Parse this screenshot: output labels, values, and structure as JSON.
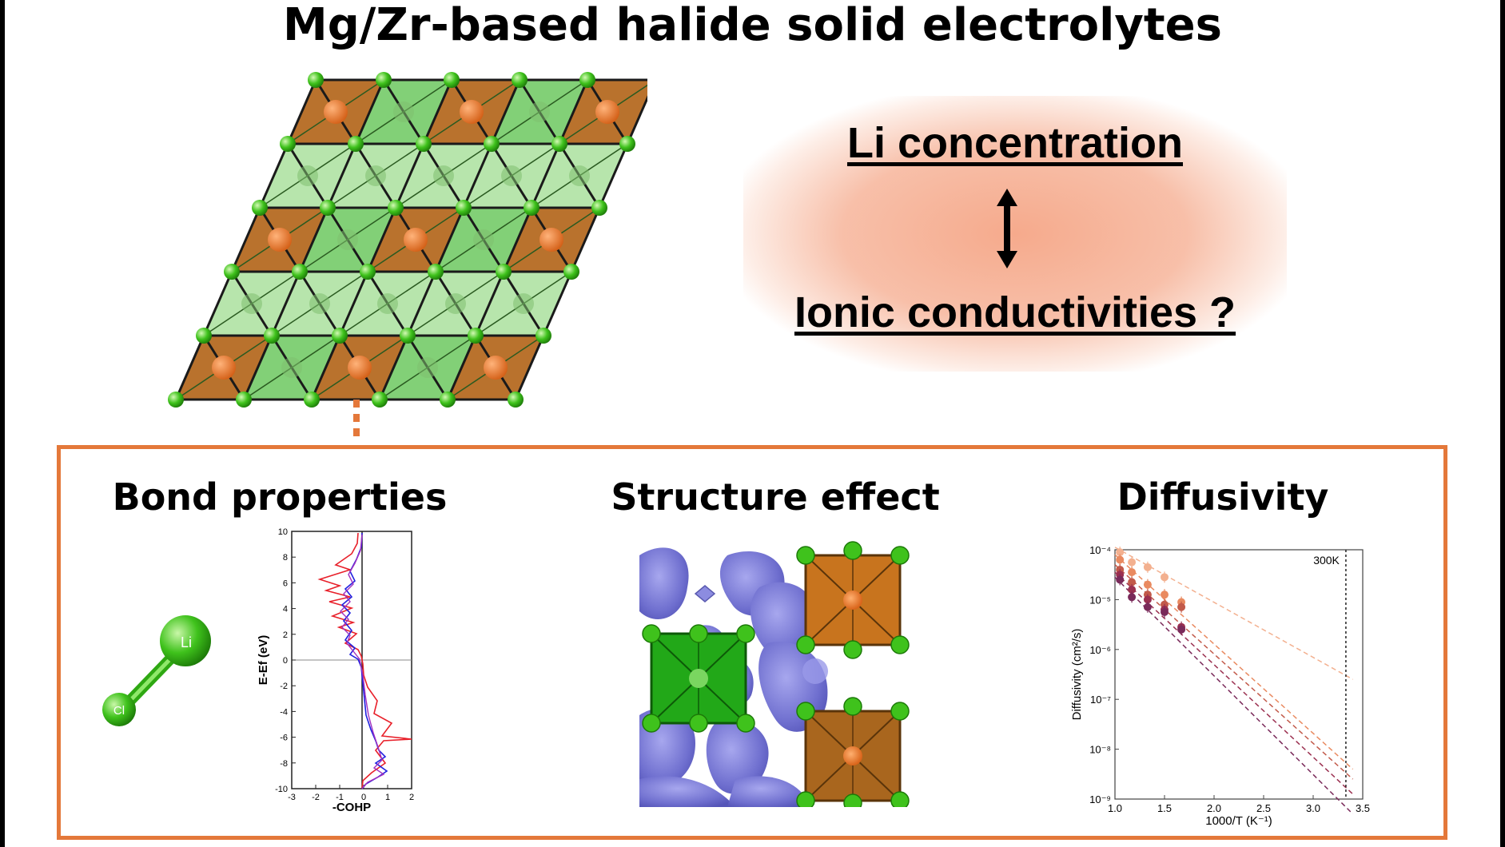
{
  "title": "Mg/Zr-based halide solid electrolytes",
  "question": {
    "top": "Li concentration",
    "bottom": "Ionic conductivities ?"
  },
  "colors": {
    "accent_border": "#e4783a",
    "green_atom": "#3fc21c",
    "orange_polyhedron": "#b8722a",
    "isosurface": "#7f7fd6",
    "glow": "#f4a585"
  },
  "sections": {
    "bond": {
      "title": "Bond properties",
      "atoms": {
        "li": "Li",
        "cl": "Cl"
      },
      "cohp": {
        "ylabel": "E-Ef (eV)",
        "xlabel": "-COHP",
        "yticks": [
          "10",
          "8",
          "6",
          "4",
          "2",
          "0",
          "-2",
          "-4",
          "-6",
          "-8",
          "-10"
        ],
        "xticks": [
          "-3",
          "-2",
          "-1",
          "0",
          "1",
          "2"
        ]
      }
    },
    "structure": {
      "title": "Structure effect"
    },
    "diffusivity": {
      "title": "Diffusivity",
      "chart_data": {
        "type": "scatter",
        "xlabel": "1000/T (K⁻¹)",
        "ylabel": "Diffusivity (cm²/s)",
        "xlim": [
          1.0,
          3.5
        ],
        "ylim_log10": [
          -9,
          -4
        ],
        "xticks": [
          "1.0",
          "1.5",
          "2.0",
          "2.5",
          "3.0",
          "3.5"
        ],
        "yticks": [
          "10⁻⁴",
          "10⁻⁵",
          "10⁻⁶",
          "10⁻⁷",
          "10⁻⁸",
          "10⁻⁹"
        ],
        "annotation": "300K",
        "annotation_x": 3.33,
        "series": [
          {
            "color": "#f3b08f",
            "points": [
              [
                1.05,
                -4.05
              ],
              [
                1.17,
                -4.25
              ],
              [
                1.33,
                -4.35
              ],
              [
                1.5,
                -4.55
              ]
            ],
            "fit": [
              [
                1.0,
                -3.95
              ],
              [
                3.4,
                -6.6
              ]
            ]
          },
          {
            "color": "#e98a60",
            "points": [
              [
                1.05,
                -4.2
              ],
              [
                1.17,
                -4.45
              ],
              [
                1.33,
                -4.7
              ],
              [
                1.5,
                -4.9
              ],
              [
                1.67,
                -5.05
              ]
            ],
            "fit": [
              [
                1.0,
                -4.1
              ],
              [
                3.4,
                -8.4
              ]
            ]
          },
          {
            "color": "#c25a4a",
            "points": [
              [
                1.05,
                -4.4
              ],
              [
                1.17,
                -4.65
              ],
              [
                1.33,
                -4.9
              ],
              [
                1.5,
                -5.1
              ],
              [
                1.67,
                -5.15
              ]
            ],
            "fit": [
              [
                1.0,
                -4.3
              ],
              [
                3.4,
                -8.6
              ]
            ]
          },
          {
            "color": "#9b3050",
            "points": [
              [
                1.05,
                -4.5
              ],
              [
                1.17,
                -4.8
              ],
              [
                1.33,
                -5.0
              ],
              [
                1.5,
                -5.2
              ],
              [
                1.67,
                -5.55
              ]
            ],
            "fit": [
              [
                1.0,
                -4.45
              ],
              [
                3.4,
                -8.9
              ]
            ]
          },
          {
            "color": "#7a2a5a",
            "points": [
              [
                1.05,
                -4.6
              ],
              [
                1.17,
                -4.95
              ],
              [
                1.33,
                -5.15
              ],
              [
                1.5,
                -5.25
              ],
              [
                1.67,
                -5.6
              ]
            ],
            "fit": [
              [
                1.0,
                -4.55
              ],
              [
                3.4,
                -9.3
              ]
            ]
          }
        ]
      }
    }
  }
}
